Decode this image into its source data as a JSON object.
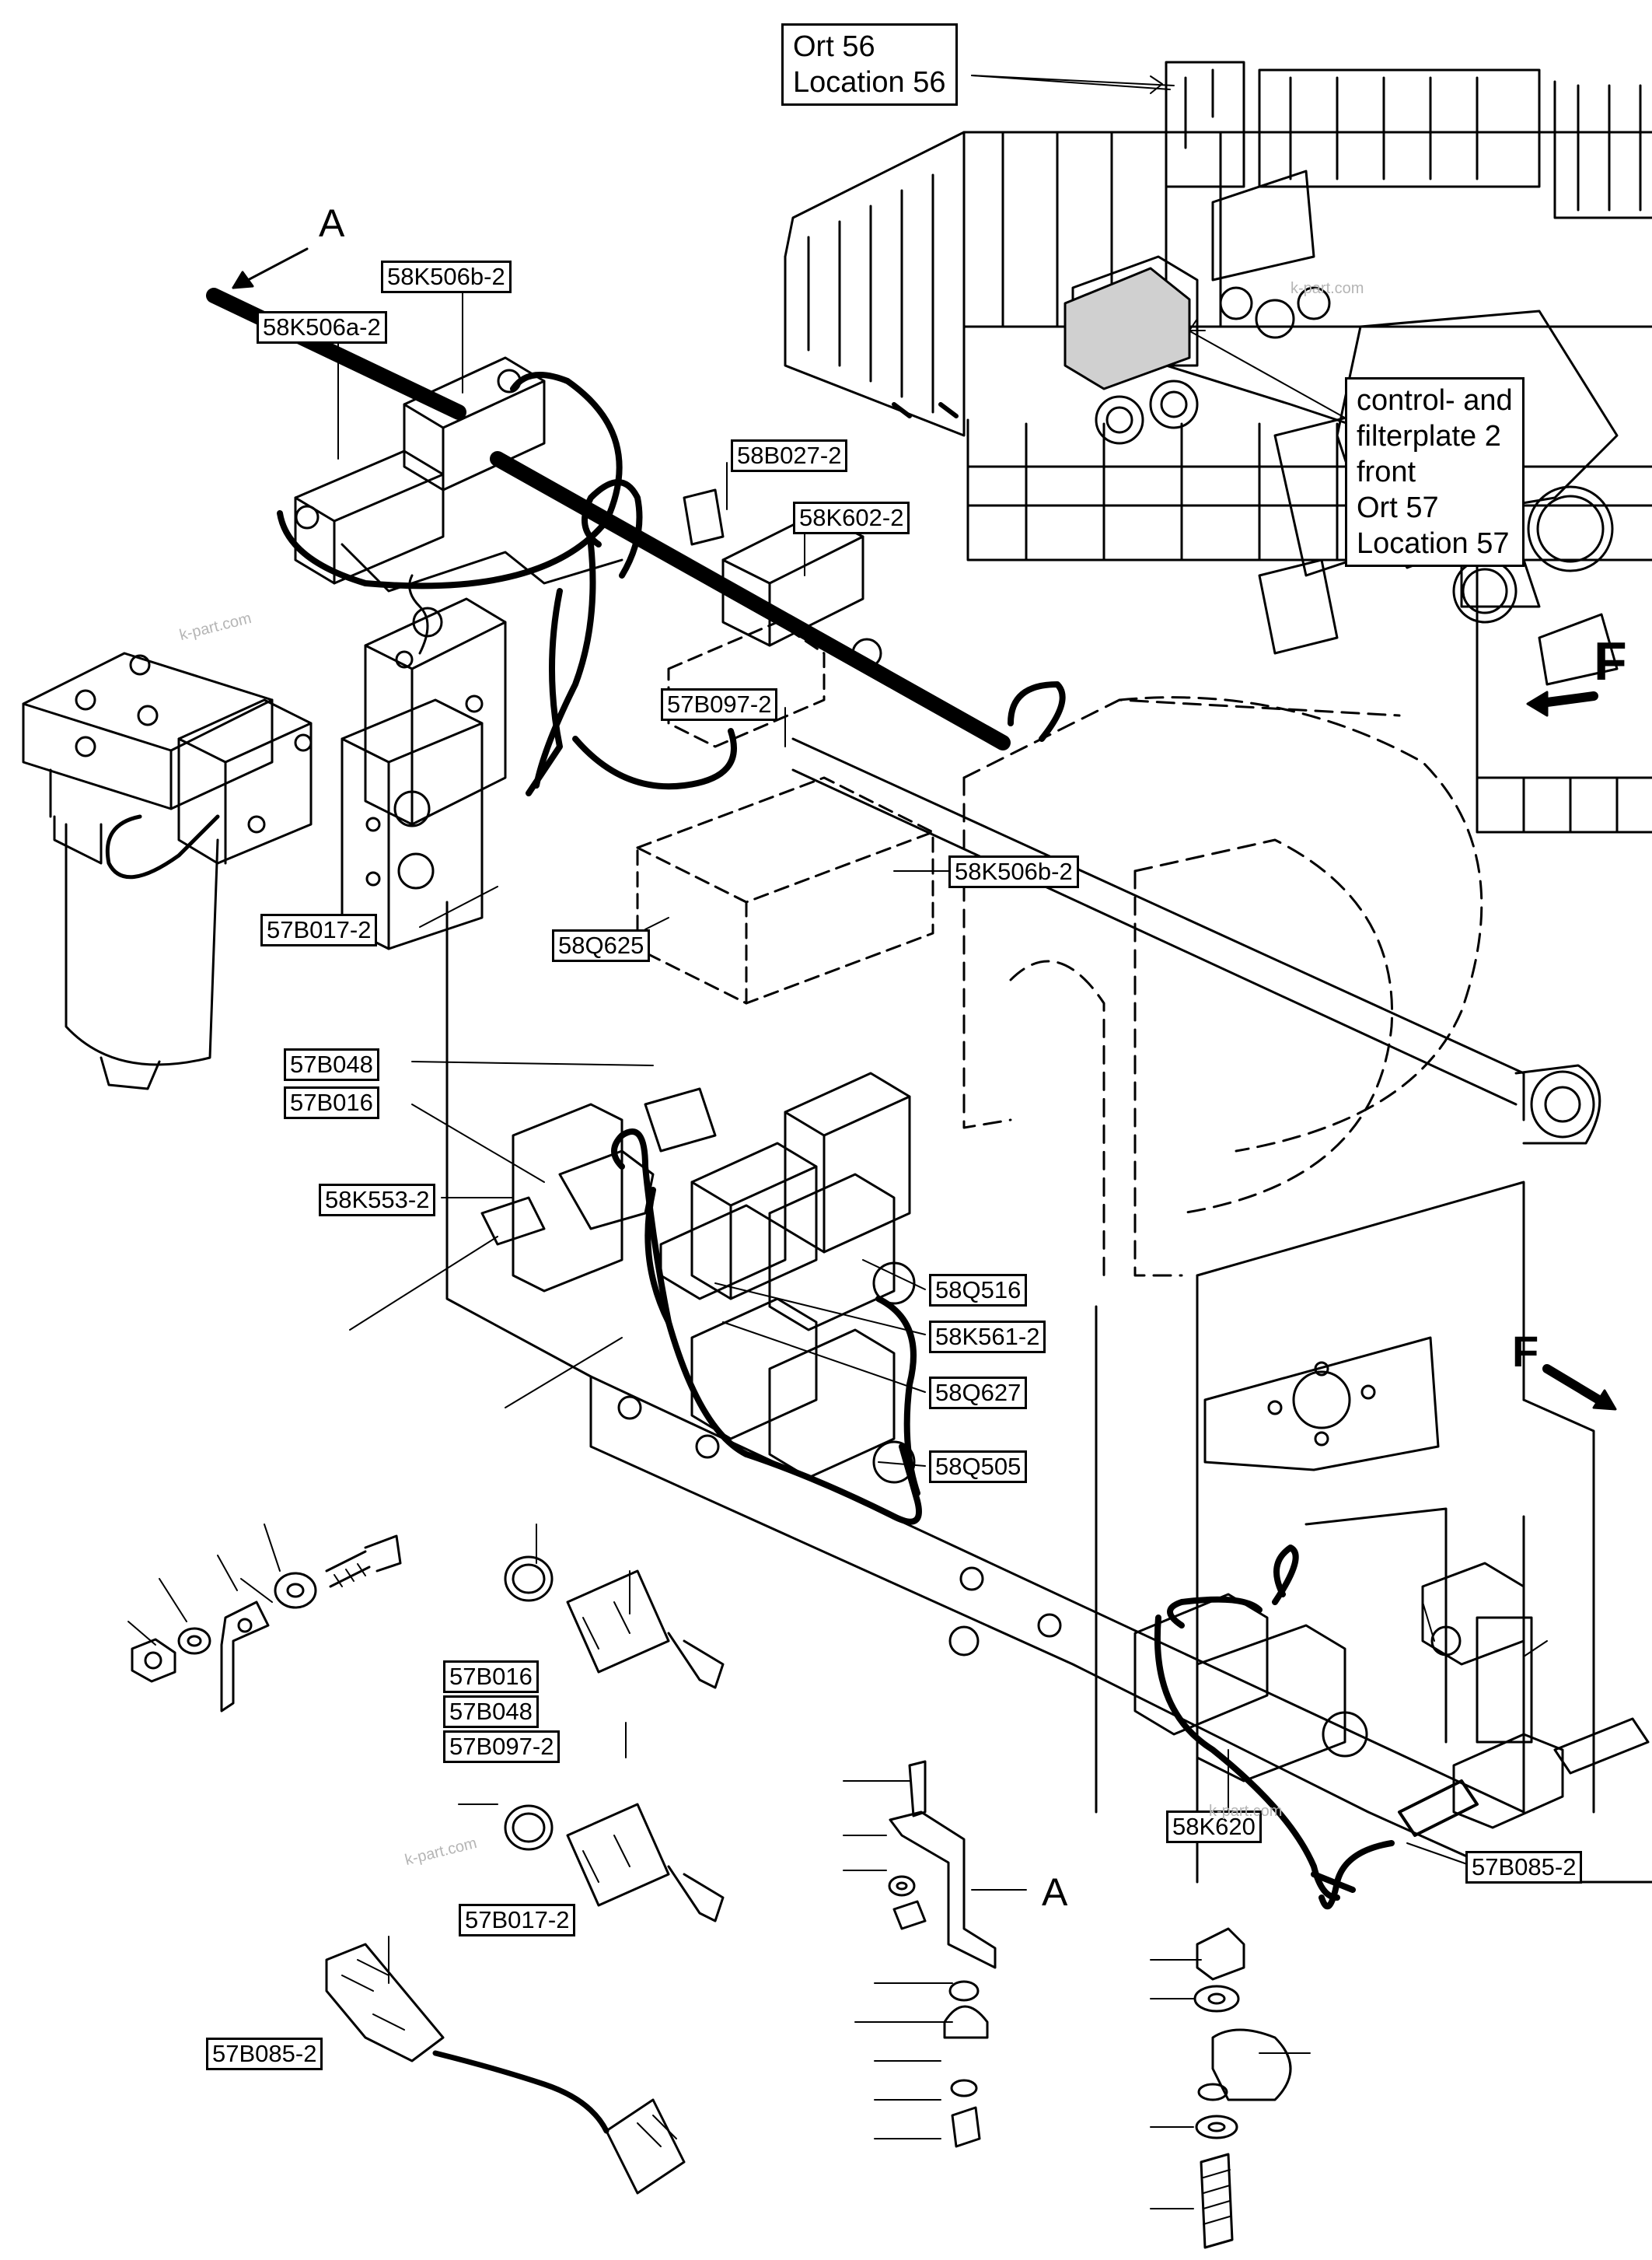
{
  "labels": {
    "ort56": [
      "Ort 56",
      "Location 56"
    ],
    "filterplate": [
      "control- and",
      "filterplate 2",
      "front",
      "Ort 57",
      "Location 57"
    ],
    "k506b_top": "58K506b-2",
    "k506a": "58K506a-2",
    "b027": "58B027-2",
    "k602": "58K602-2",
    "b097": "57B097-2",
    "k506b_mid": "58K506b-2",
    "b017_main": "57B017-2",
    "q625": "58Q625",
    "b048_main": "57B048",
    "b016_main": "57B016",
    "k553": "58K553-2",
    "q516": "58Q516",
    "k561": "58K561-2",
    "q627": "58Q627",
    "q505": "58Q505",
    "k620": "58K620",
    "b085_right": "57B085-2",
    "b016_detail": "57B016",
    "b048_detail": "57B048",
    "b097_detail": "57B097-2",
    "b017_detail": "57B017-2",
    "b085_detail": "57B085-2"
  },
  "markers": {
    "view_a_top": "A",
    "view_a_detail": "A",
    "front_top": "F",
    "front_mid": "F"
  },
  "watermarks": [
    "k-part.com",
    "k-part.com",
    "k-part.com",
    "k-part.com"
  ]
}
